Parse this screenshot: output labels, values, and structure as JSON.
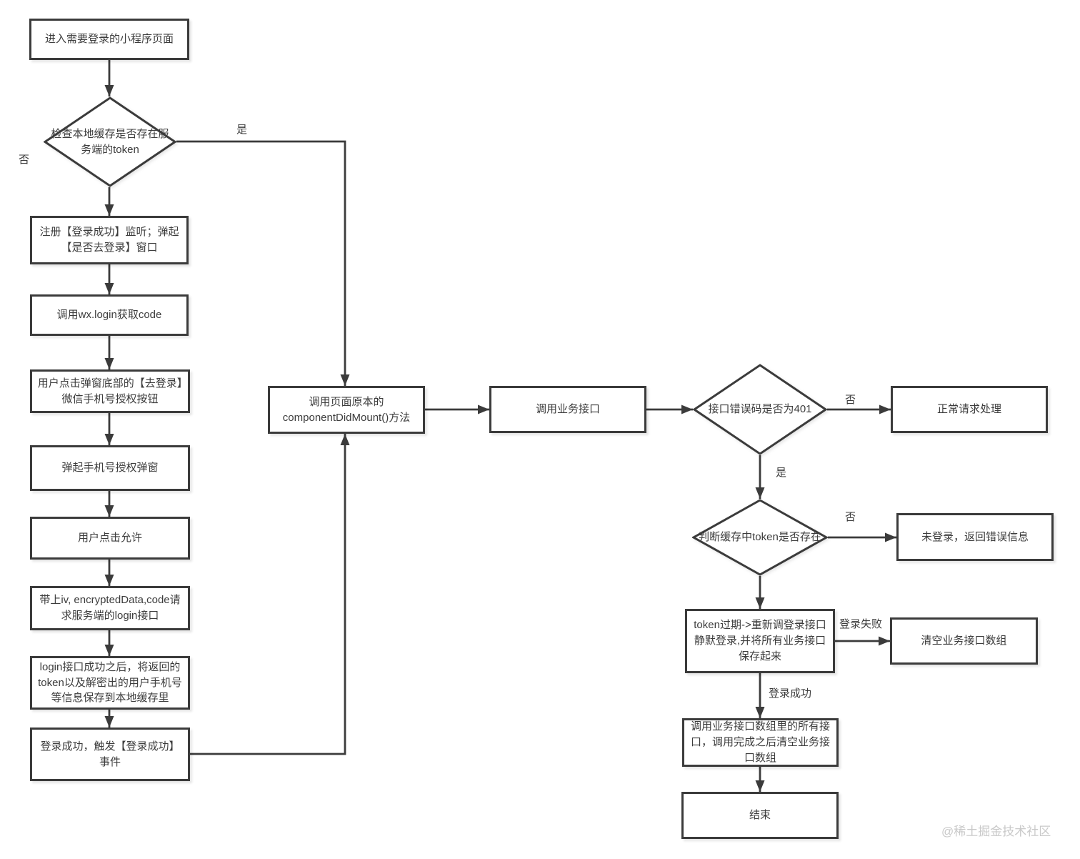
{
  "nodes": {
    "enter_page": "进入需要登录的小程序页面",
    "check_token": "检查本地缓存是否存在服务端的token",
    "register_listener": "注册【登录成功】监听；弹起【是否去登录】窗口",
    "wx_login": "调用wx.login获取code",
    "click_go_login": "用户点击弹窗底部的【去登录】微信手机号授权按钮",
    "phone_popup": "弹起手机号授权弹窗",
    "user_allow": "用户点击允许",
    "request_login": "带上iv, encryptedData,code请求服务端的login接口",
    "save_token": "login接口成功之后，将返回的token以及解密出的用户手机号等信息保存到本地缓存里",
    "login_success_event": "登录成功，触发【登录成功】事件",
    "component_did_mount": "调用页面原本的componentDidMount()方法",
    "call_biz_api": "调用业务接口",
    "check_401": "接口错误码是否为401",
    "normal_request": "正常请求处理",
    "check_cache_token": "判断缓存中token是否存在",
    "not_logged_in": "未登录，返回错误信息",
    "token_expired": "token过期->重新调登录接口静默登录,并将所有业务接口保存起来",
    "clear_biz_array": "清空业务接口数组",
    "call_saved_apis": "调用业务接口数组里的所有接口，调用完成之后清空业务接口数组",
    "end": "结束"
  },
  "edge_labels": {
    "yes1": "是",
    "no1": "否",
    "no2": "否",
    "yes2": "是",
    "no3": "否",
    "login_fail": "登录失败",
    "login_ok": "登录成功"
  },
  "watermark": "@稀土掘金技术社区",
  "colors": {
    "line": "#3b3b3b",
    "text": "#3c3c3c",
    "background": "#ffffff",
    "watermark": "#c9c9c9"
  }
}
